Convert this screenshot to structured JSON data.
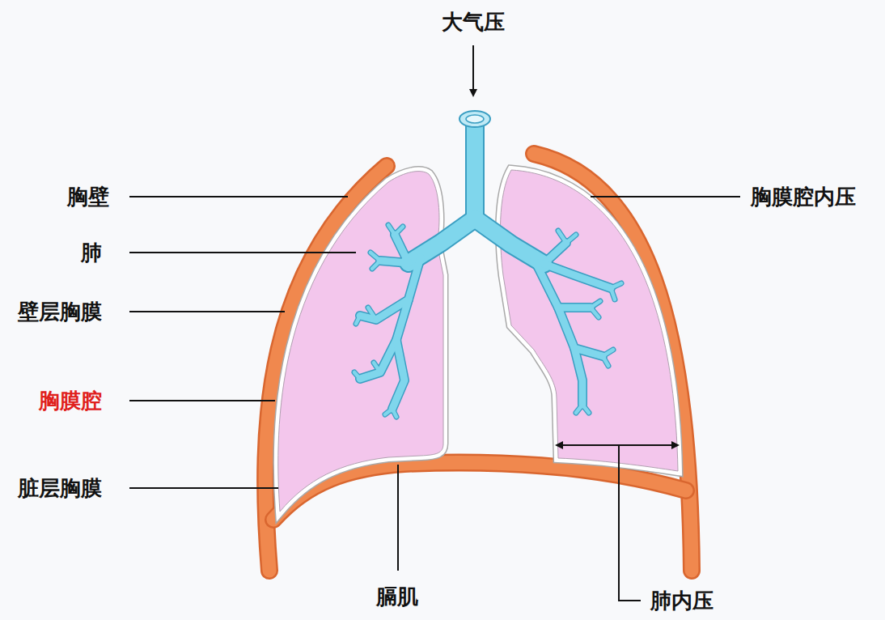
{
  "diagram": {
    "labels": [
      "大气压",
      "胸壁",
      "胸膜腔内压",
      "肺",
      "壁层胸膜",
      "胸膜腔",
      "脏层胸膜",
      "膈肌",
      "肺内压"
    ]
  }
}
